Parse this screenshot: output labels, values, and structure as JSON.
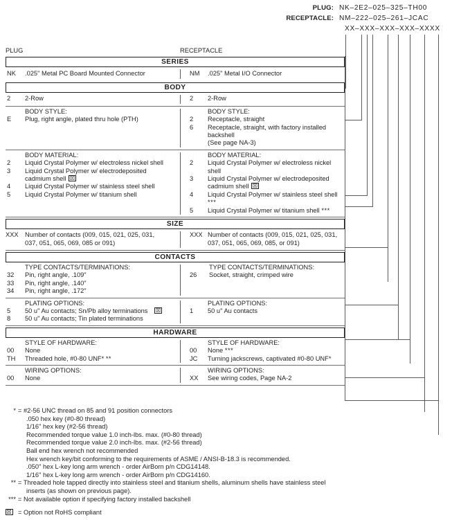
{
  "header": {
    "plug_label": "PLUG:",
    "plug_value": "NK–2E2–025–325–TH00",
    "receptacle_label": "RECEPTACLE:",
    "receptacle_value": "NM–222–025–261–JCAC",
    "mask": "XX–XXX–XXX–XXX–XXXX"
  },
  "columns": {
    "left": "PLUG",
    "right": "RECEPTACLE"
  },
  "bands": {
    "series": "SERIES",
    "body": "BODY",
    "size": "SIZE",
    "contacts": "CONTACTS",
    "hardware": "HARDWARE"
  },
  "series": {
    "left": [
      {
        "code": "NK",
        "text": ".025\" Metal PC Board Mounted Connector"
      }
    ],
    "right": [
      {
        "code": "NM",
        "text": ".025\" Metal I/O Connector"
      }
    ]
  },
  "row_count": {
    "left": [
      {
        "code": "2",
        "text": "2-Row"
      }
    ],
    "right": [
      {
        "code": "2",
        "text": "2-Row"
      }
    ]
  },
  "body_style": {
    "heading": "BODY STYLE:",
    "left": [
      {
        "code": "E",
        "text": "Plug, right angle, plated thru hole (PTH)"
      }
    ],
    "right": [
      {
        "code": "2",
        "text": "Receptacle, straight"
      },
      {
        "code": "6",
        "text": "Receptacle, straight, with factory installed backshell"
      }
    ],
    "right_continuation": "(See page NA-3)"
  },
  "body_material": {
    "heading": "BODY MATERIAL:",
    "left": [
      {
        "code": "2",
        "text": "Liquid Crystal Polymer w/ electroless nickel shell",
        "rohs": false,
        "stars": ""
      },
      {
        "code": "3",
        "text": "Liquid Crystal Polymer w/ electrodeposited",
        "rohs": false,
        "stars": ""
      },
      {
        "code": "4",
        "text": "Liquid Crystal Polymer w/ stainless steel shell",
        "rohs": false,
        "stars": ""
      },
      {
        "code": "5",
        "text": "Liquid Crystal Polymer w/ titanium shell",
        "rohs": false,
        "stars": ""
      }
    ],
    "left_continuation": "cadmium shell",
    "right": [
      {
        "code": "2",
        "text": "Liquid Crystal Polymer w/ electroless nickel shell",
        "rohs": false,
        "stars": ""
      },
      {
        "code": "3",
        "text": "Liquid Crystal Polymer w/ electrodeposited",
        "rohs": false,
        "stars": ""
      },
      {
        "code": "4",
        "text": "Liquid Crystal Polymer w/ stainless steel shell",
        "rohs": false,
        "stars": "***"
      },
      {
        "code": "5",
        "text": "Liquid Crystal Polymer w/ titanium shell",
        "rohs": false,
        "stars": "***"
      }
    ],
    "right_continuation": "cadmium shell",
    "rohs_symbol": "☒"
  },
  "size": {
    "left": {
      "code": "XXX",
      "line1": "Number of contacts (009, 015, 021, 025, 031,",
      "line2": "037, 051, 065, 069, 085 or 091)"
    },
    "right": {
      "code": "XXX",
      "line1": "Number of contacts (009, 015, 021, 025, 031,",
      "line2": "037, 051, 065, 069, 085, or 091)"
    }
  },
  "contacts_type": {
    "heading": "TYPE CONTACTS/TERMINATIONS:",
    "left": [
      {
        "code": "32",
        "text": "Pin, right angle, .109\""
      },
      {
        "code": "33",
        "text": "Pin, right angle, .140\""
      },
      {
        "code": "34",
        "text": "Pin, right angle, .172\""
      }
    ],
    "right": [
      {
        "code": "26",
        "text": "Socket, straight, crimped wire"
      }
    ]
  },
  "plating": {
    "heading": "PLATING OPTIONS:",
    "left": [
      {
        "code": "5",
        "text": "50 u\" Au contacts; Sn/Pb alloy terminations",
        "rohs": true
      },
      {
        "code": "8",
        "text": "50 u\" Au contacts; Tin plated terminations",
        "rohs": false
      }
    ],
    "right": [
      {
        "code": "1",
        "text": "50 u\" Au contacts",
        "rohs": false
      }
    ]
  },
  "hardware_style": {
    "heading": "STYLE OF HARDWARE:",
    "left": [
      {
        "code": "00",
        "text": "None",
        "stars": ""
      },
      {
        "code": "TH",
        "text": "Threaded hole, #0-80 UNF*",
        "stars": "**"
      }
    ],
    "right": [
      {
        "code": "00",
        "text": "None",
        "stars": "***"
      },
      {
        "code": "JC",
        "text": "Turning jackscrews, captivated #0-80 UNF*",
        "stars": ""
      }
    ]
  },
  "wiring": {
    "heading": "WIRING OPTIONS:",
    "left": [
      {
        "code": "00",
        "text": "None"
      }
    ],
    "right": [
      {
        "code": "XX",
        "text": "See wiring codes, Page NA-2"
      }
    ]
  },
  "notes": {
    "one": {
      "marker": "*",
      "lead": "= #2-56 UNC thread on 85 and 91 position connectors",
      "lines": [
        ".050 hex key (#0-80 thread)",
        "1/16\" hex key (#2-56 thread)",
        "Recommended torque value 1.0 inch-lbs. max. (#0-80 thread)",
        "Recommended torque value 2.0 inch-lbs. max. (#2-56 thread)",
        "Ball end hex wrench not recommended",
        "Hex wrench key/bit conforming to the requirements of ASME / ANSI-B-18.3 is recommended.",
        ".050\" hex L-key long arm wrench - order AirBorn p/n CDG14148.",
        "1/16\" hex L-key long arm wrench - order AirBorn p/n CDG14160."
      ]
    },
    "two": {
      "marker": "**",
      "lead": "= Threaded hole tapped directly into stainless steel and titanium shells, aluminum shells have stainless steel",
      "lines": [
        "inserts (as shown on previous page)."
      ]
    },
    "three": {
      "marker": "***",
      "lead": "= Not available option if specifying factory installed backshell",
      "lines": []
    },
    "rohs": {
      "symbol": "☒",
      "text": "= Option not RoHS compliant"
    }
  }
}
